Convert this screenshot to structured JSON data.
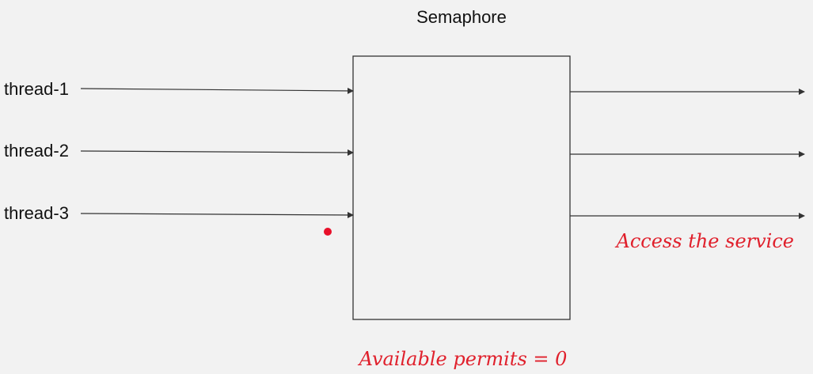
{
  "diagram": {
    "title": "Semaphore",
    "threads": [
      {
        "label": "thread-1"
      },
      {
        "label": "thread-2"
      },
      {
        "label": "thread-3"
      }
    ],
    "annotations": {
      "access_text": "Access the service",
      "permits_text": "Available permits = 0"
    },
    "colors": {
      "background": "#f2f2f2",
      "stroke": "#333333",
      "text": "#111111",
      "annotation": "#e0202c",
      "pointer_dot": "#e8102a"
    }
  }
}
